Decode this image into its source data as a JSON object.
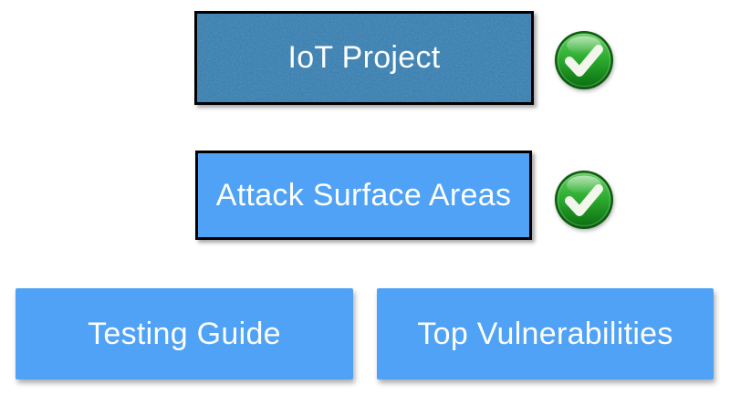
{
  "colors": {
    "background": "#ffffff",
    "dark_box_fill": "#3a7dae",
    "light_box_fill": "#4fa2f5",
    "box_border": "#000000",
    "label_text": "#fdfefe",
    "check_rim_green": "#0d5c10",
    "check_body_green": "#2eae31",
    "check_highlight_green": "#63c95f",
    "check_mark_white": "#f2f6ec"
  },
  "diagram": {
    "nodes": [
      {
        "id": "iot-project",
        "label": "IoT Project",
        "checked": true,
        "style": "dark-textured-bordered"
      },
      {
        "id": "attack-surface-areas",
        "label": "Attack Surface Areas",
        "checked": true,
        "style": "light-bordered"
      },
      {
        "id": "testing-guide",
        "label": "Testing Guide",
        "checked": false,
        "style": "light-plain"
      },
      {
        "id": "top-vulnerabilities",
        "label": "Top Vulnerabilities",
        "checked": false,
        "style": "light-plain"
      }
    ],
    "icons": [
      {
        "name": "check-circle-icon",
        "count": 2
      }
    ]
  }
}
